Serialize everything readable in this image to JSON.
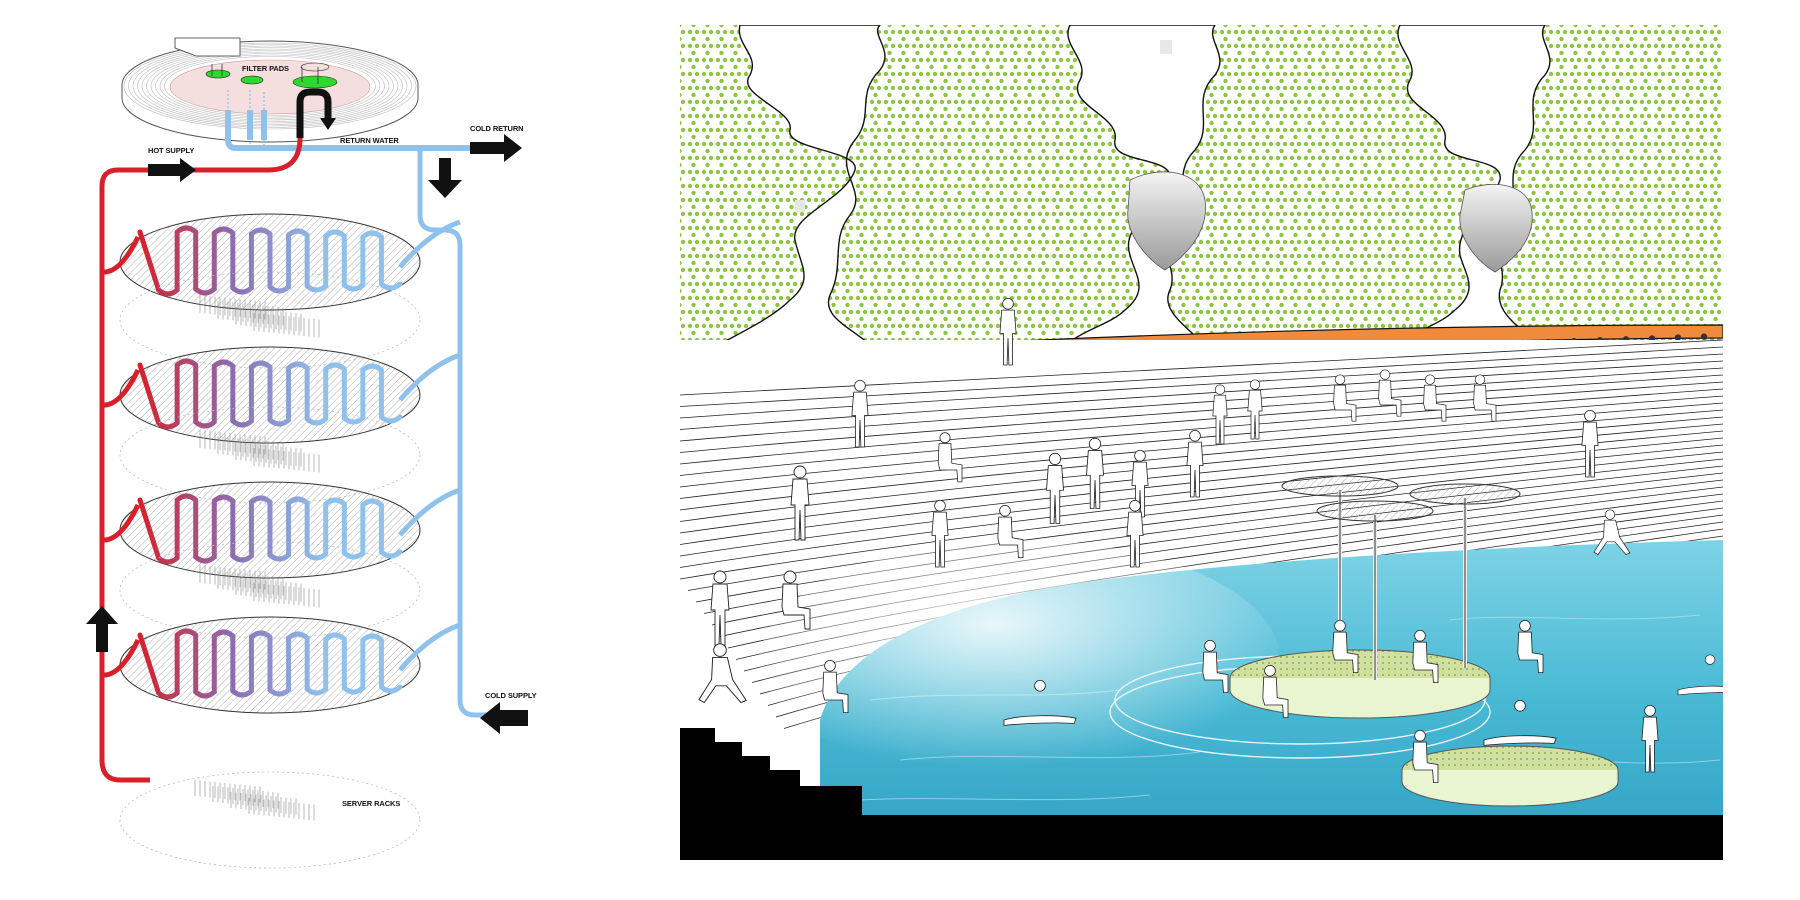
{
  "diagram": {
    "labels": {
      "filter_pads": "FILTER PADS",
      "return_water": "RETURN WATER",
      "cold_return": "COLD RETURN",
      "hot_supply": "HOT SUPPLY",
      "cold_supply": "COLD SUPPLY",
      "server_racks": "SERVER RACKS"
    },
    "colors": {
      "hot": "#d8202b",
      "cold": "#8ec1ec",
      "arrow": "#111111",
      "filter_pad": "#2ed82e",
      "pool_top": "#f4dede",
      "mid": "#8b6bb0"
    }
  },
  "scene": {
    "colors": {
      "wall_dots": "#8cc63f",
      "ledge": "#f08a3c",
      "ledge_dots": "#333333",
      "water": "#42b7d0",
      "water_deep": "#2a9fc0",
      "platform": "#cfe0a0",
      "base": "#000000"
    }
  }
}
